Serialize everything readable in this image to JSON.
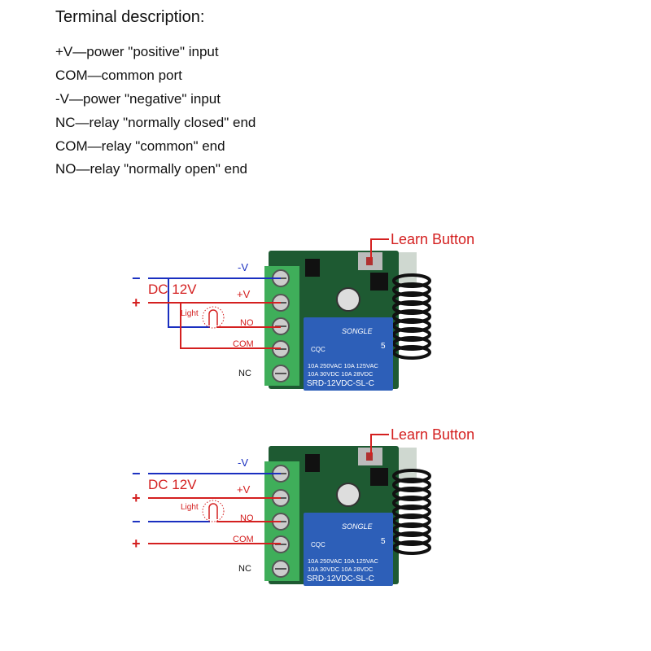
{
  "title": "Terminal description:",
  "terminals": [
    "+V—power \"positive\" input",
    "COM—common port",
    "-V—power \"negative\" input",
    "NC—relay \"normally closed\" end",
    "COM—relay \"common\" end",
    "NO—relay \"normally open\" end"
  ],
  "diagram": {
    "learn_button": "Learn Button",
    "supply": "DC 12V",
    "light": "Light",
    "minus": "−",
    "plus": "+",
    "pins": [
      "-V",
      "+V",
      "NO",
      "COM",
      "NC"
    ],
    "relay_brand": "SONGLE",
    "relay_ratings_1": "10A 250VAC  10A 125VAC",
    "relay_ratings_2": "10A  30VDC  10A  28VDC",
    "relay_model": "SRD-12VDC-SL-C",
    "relay_cert": "CQC",
    "relay_ul": "5"
  },
  "colors": {
    "positive": "#d42020",
    "negative": "#1a2fc0",
    "board": "#1e5a32",
    "terminal": "#3fae5a",
    "relay": "#2d5fb8"
  }
}
